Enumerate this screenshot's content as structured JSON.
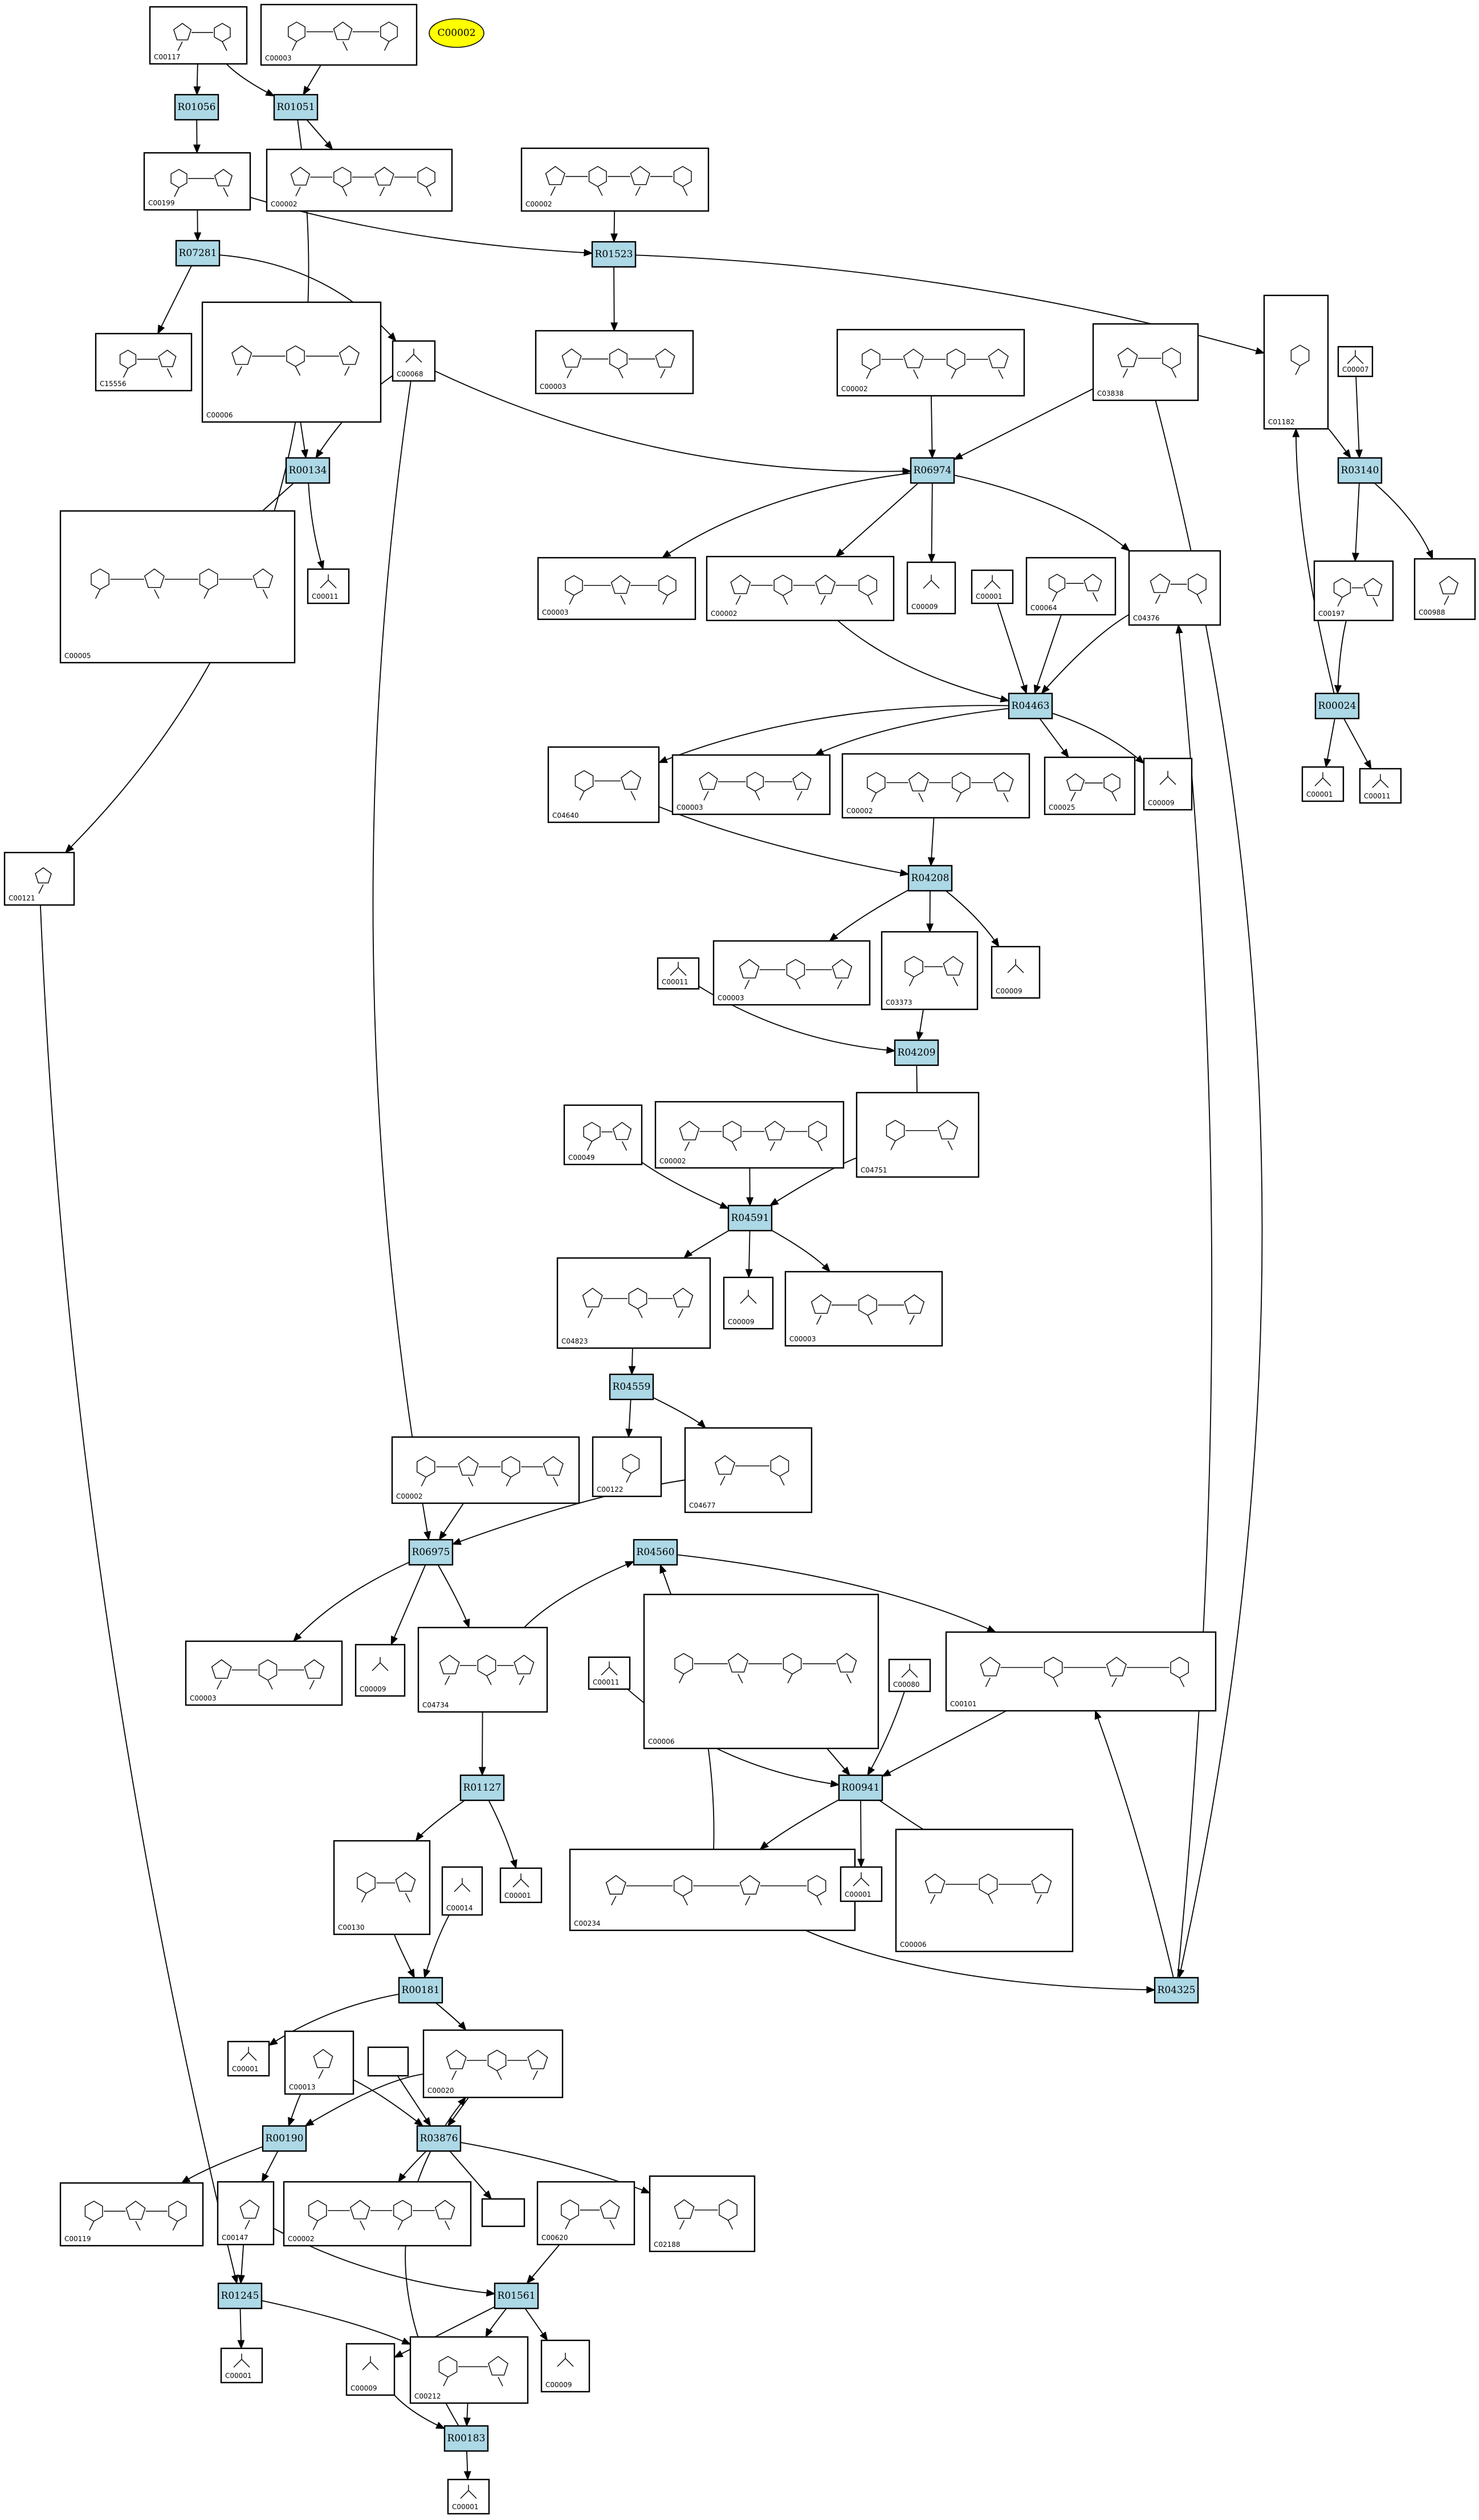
{
  "highlight": {
    "id": "C00002",
    "color": "#ffff00"
  },
  "colors": {
    "reaction_fill": "#add8e6",
    "line": "#000000",
    "background": "#ffffff"
  },
  "compounds": [
    {
      "key": "c00117_top",
      "id": "C00117"
    },
    {
      "key": "c00003_topright",
      "id": "C00003"
    },
    {
      "key": "c00002_a",
      "id": "C00002"
    },
    {
      "key": "c00199",
      "id": "C00199"
    },
    {
      "key": "c00002_b",
      "id": "C00002"
    },
    {
      "key": "c15556",
      "id": "C15556"
    },
    {
      "key": "c00006_a",
      "id": "C00006"
    },
    {
      "key": "c00068",
      "id": "C00068"
    },
    {
      "key": "c00003_a",
      "id": "C00003"
    },
    {
      "key": "c00002_c",
      "id": "C00002"
    },
    {
      "key": "c03838",
      "id": "C03838"
    },
    {
      "key": "c01182",
      "id": "C01182"
    },
    {
      "key": "c00007",
      "id": "C00007"
    },
    {
      "key": "c00005",
      "id": "C00005"
    },
    {
      "key": "c00011_a",
      "id": "C00011"
    },
    {
      "key": "c00003_b",
      "id": "C00003"
    },
    {
      "key": "c00002_d",
      "id": "C00002"
    },
    {
      "key": "c00009_a",
      "id": "C00009"
    },
    {
      "key": "c00001_a",
      "id": "C00001"
    },
    {
      "key": "c00064",
      "id": "C00064"
    },
    {
      "key": "c04376",
      "id": "C04376"
    },
    {
      "key": "c00197",
      "id": "C00197"
    },
    {
      "key": "c00988",
      "id": "C00988"
    },
    {
      "key": "c04640",
      "id": "C04640"
    },
    {
      "key": "c00003_c",
      "id": "C00003"
    },
    {
      "key": "c00002_e",
      "id": "C00002"
    },
    {
      "key": "c00025",
      "id": "C00025"
    },
    {
      "key": "c00009_b",
      "id": "C00009"
    },
    {
      "key": "c00001_b",
      "id": "C00001"
    },
    {
      "key": "c00011_b",
      "id": "C00011"
    },
    {
      "key": "c00121",
      "id": "C00121"
    },
    {
      "key": "c00011_c",
      "id": "C00011"
    },
    {
      "key": "c00003_d",
      "id": "C00003"
    },
    {
      "key": "c03373",
      "id": "C03373"
    },
    {
      "key": "c00009_c",
      "id": "C00009"
    },
    {
      "key": "c00049",
      "id": "C00049"
    },
    {
      "key": "c00002_f",
      "id": "C00002"
    },
    {
      "key": "c04751",
      "id": "C04751"
    },
    {
      "key": "c04823",
      "id": "C04823"
    },
    {
      "key": "c00009_d",
      "id": "C00009"
    },
    {
      "key": "c00003_e",
      "id": "C00003"
    },
    {
      "key": "c00122",
      "id": "C00122"
    },
    {
      "key": "c04677",
      "id": "C04677"
    },
    {
      "key": "c00002_g",
      "id": "C00002"
    },
    {
      "key": "c00003_f",
      "id": "C00003"
    },
    {
      "key": "c00009_e",
      "id": "C00009"
    },
    {
      "key": "c04734",
      "id": "C04734"
    },
    {
      "key": "c00006_b",
      "id": "C00006"
    },
    {
      "key": "c00011_d",
      "id": "C00011"
    },
    {
      "key": "c00080",
      "id": "C00080"
    },
    {
      "key": "c00101",
      "id": "C00101"
    },
    {
      "key": "c00130",
      "id": "C00130"
    },
    {
      "key": "c00014",
      "id": "C00014"
    },
    {
      "key": "c00001_c",
      "id": "C00001"
    },
    {
      "key": "c00234",
      "id": "C00234"
    },
    {
      "key": "c00001_d",
      "id": "C00001"
    },
    {
      "key": "c00006_c",
      "id": "C00006"
    },
    {
      "key": "c00001_e",
      "id": "C00001"
    },
    {
      "key": "c00013",
      "id": "C00013"
    },
    {
      "key": "empty_a",
      "id": ""
    },
    {
      "key": "c00020",
      "id": "C00020"
    },
    {
      "key": "c00119",
      "id": "C00119"
    },
    {
      "key": "c00147",
      "id": "C00147"
    },
    {
      "key": "c00002_h",
      "id": "C00002"
    },
    {
      "key": "empty_b",
      "id": ""
    },
    {
      "key": "c00620",
      "id": "C00620"
    },
    {
      "key": "c02188",
      "id": "C02188"
    },
    {
      "key": "c00001_f",
      "id": "C00001"
    },
    {
      "key": "c00009_f",
      "id": "C00009"
    },
    {
      "key": "c00212",
      "id": "C00212"
    },
    {
      "key": "c00009_g",
      "id": "C00009"
    },
    {
      "key": "c00001_g",
      "id": "C00001"
    }
  ],
  "reactions": [
    {
      "key": "r01056",
      "id": "R01056"
    },
    {
      "key": "r01051",
      "id": "R01051"
    },
    {
      "key": "r07281",
      "id": "R07281"
    },
    {
      "key": "r01523",
      "id": "R01523"
    },
    {
      "key": "r00134",
      "id": "R00134"
    },
    {
      "key": "r06974",
      "id": "R06974"
    },
    {
      "key": "r03140",
      "id": "R03140"
    },
    {
      "key": "r04463",
      "id": "R04463"
    },
    {
      "key": "r00024",
      "id": "R00024"
    },
    {
      "key": "r04208",
      "id": "R04208"
    },
    {
      "key": "r04209",
      "id": "R04209"
    },
    {
      "key": "r04591",
      "id": "R04591"
    },
    {
      "key": "r04559",
      "id": "R04559"
    },
    {
      "key": "r06975",
      "id": "R06975"
    },
    {
      "key": "r04560",
      "id": "R04560"
    },
    {
      "key": "r01127",
      "id": "R01127"
    },
    {
      "key": "r00941",
      "id": "R00941"
    },
    {
      "key": "r00181",
      "id": "R00181"
    },
    {
      "key": "r04325",
      "id": "R04325"
    },
    {
      "key": "r00190",
      "id": "R00190"
    },
    {
      "key": "r03876",
      "id": "R03876"
    },
    {
      "key": "r01245",
      "id": "R01245"
    },
    {
      "key": "r01561",
      "id": "R01561"
    },
    {
      "key": "r00183",
      "id": "R00183"
    }
  ]
}
